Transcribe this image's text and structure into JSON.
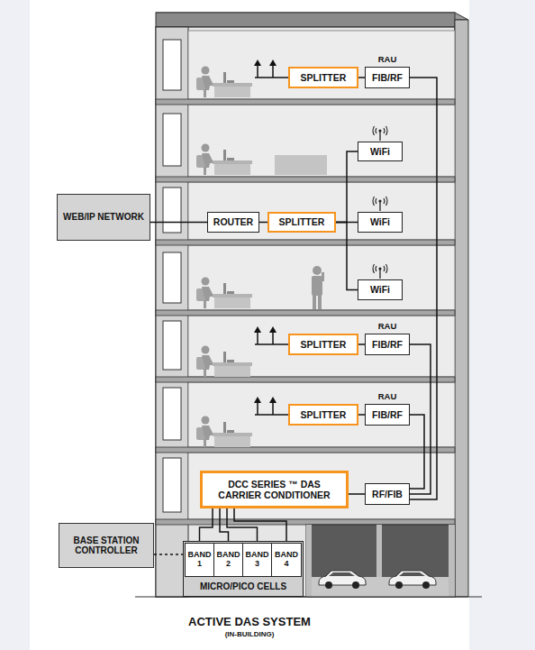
{
  "diagram": {
    "title": "ACTIVE DAS SYSTEM",
    "caption": "(IN-BUILDING)",
    "nodes": [
      {
        "text": [
          "SPLITTER"
        ]
      },
      {
        "text": [
          "RAU",
          "FIB/RF"
        ]
      },
      {
        "text": [
          "WiFi"
        ]
      },
      {
        "text": [
          "WEB/IP NETWORK"
        ]
      },
      {
        "text": [
          "ROUTER"
        ]
      },
      {
        "text": [
          "SPLITTER"
        ]
      },
      {
        "text": [
          "WiFi"
        ]
      },
      {
        "text": [
          "WiFi"
        ]
      },
      {
        "text": [
          "SPLITTER"
        ]
      },
      {
        "text": [
          "RAU",
          "FIB/RF"
        ]
      },
      {
        "text": [
          "SPLITTER"
        ]
      },
      {
        "text": [
          "RAU",
          "FIB/RF"
        ]
      },
      {
        "text": [
          "DCC SERIES ™ DAS CARRIER CONDITIONER"
        ]
      },
      {
        "text": [
          "RF/FIB"
        ]
      },
      {
        "text": [
          "BASE STATION CONTROLLER"
        ]
      },
      {
        "text": [
          "MICRO/PICO CELLS"
        ]
      },
      {
        "text": [
          "BAND 1"
        ],
        "in": 15
      },
      {
        "text": [
          "BAND 2"
        ],
        "in": 15
      },
      {
        "text": [
          "BAND 3"
        ],
        "in": 15
      },
      {
        "text": [
          "BAND 4"
        ],
        "in": 15
      }
    ],
    "edges": [
      {
        "from": 0,
        "to": 1,
        "arrow": "none"
      },
      {
        "from": 1,
        "to": 13,
        "arrow": "none"
      },
      {
        "from": 3,
        "to": 4,
        "arrow": "none"
      },
      {
        "from": 4,
        "to": 5,
        "arrow": "none"
      },
      {
        "from": 5,
        "to": 6,
        "arrow": "none"
      },
      {
        "from": 5,
        "to": 2,
        "arrow": "none"
      },
      {
        "from": 5,
        "to": 7,
        "arrow": "none"
      },
      {
        "from": 8,
        "to": 9,
        "arrow": "none"
      },
      {
        "from": 9,
        "to": 13,
        "arrow": "none"
      },
      {
        "from": 10,
        "to": 11,
        "arrow": "none"
      },
      {
        "from": 11,
        "to": 13,
        "arrow": "none"
      },
      {
        "from": 12,
        "to": 13,
        "arrow": "none"
      },
      {
        "from": 12,
        "to": 16,
        "arrow": "none"
      },
      {
        "from": 12,
        "to": 17,
        "arrow": "none"
      },
      {
        "from": 12,
        "to": 18,
        "arrow": "none"
      },
      {
        "from": 12,
        "to": 19,
        "arrow": "none"
      },
      {
        "from": 14,
        "to": 15,
        "arrow": "none"
      }
    ]
  }
}
